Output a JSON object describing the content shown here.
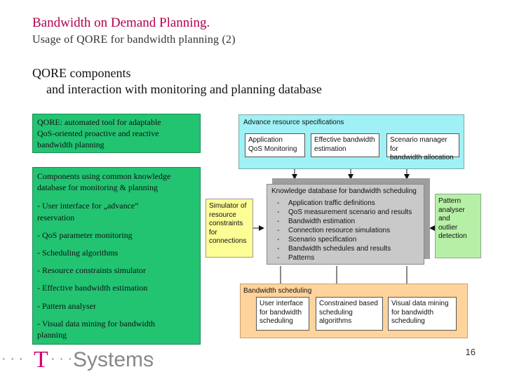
{
  "title": "Bandwidth on Demand Planning.",
  "subtitle": "Usage of QORE for bandwidth planning (2)",
  "heading": {
    "line1": "QORE components",
    "line2": "and interaction with monitoring and planning database"
  },
  "left_panel": {
    "box1": {
      "line1": "QORE: automated tool for adaptable",
      "line2": "QoS-oriented proactive and reactive",
      "line3": "bandwidth planning"
    },
    "box2": {
      "intro1": "Components using common knowledge",
      "intro2": "database for monitoring & planning",
      "items": [
        [
          "- User interface for „advance“",
          "reservation"
        ],
        [
          "- QoS parameter monitoring"
        ],
        [
          "- Scheduling algorithms"
        ],
        [
          "- Resource constraints simulator"
        ],
        [
          "- Effective bandwidth estimation"
        ],
        [
          "- Pattern analyser"
        ],
        [
          "- Visual data mining for bandwidth",
          "planning"
        ]
      ]
    }
  },
  "diagram": {
    "advance": {
      "label": "Advance resource specifications",
      "boxes": [
        [
          "Application",
          "QoS Monitoring"
        ],
        [
          "Effective bandwidth",
          "estimation"
        ],
        [
          "Scenario manager for",
          "bandwidth allocation"
        ]
      ]
    },
    "knowledge": {
      "label": "Knowledge database for bandwidth scheduling",
      "items": [
        "Application traffic definitions",
        "QoS measurement scenario and results",
        "Bandwidth estimation",
        "Connection resource simulations",
        "Scenario specification",
        "Bandwidth schedules and results",
        "Patterns"
      ]
    },
    "simulator": [
      "Simulator of",
      "resource",
      "constraints",
      "for",
      "connections"
    ],
    "pattern": [
      "Pattern",
      "analyser and",
      "outlier",
      "detection"
    ],
    "scheduling": {
      "label": "Bandwidth scheduling",
      "boxes": [
        [
          "User interface",
          "for bandwidth",
          "scheduling"
        ],
        [
          "Constrained based",
          "scheduling",
          "algorithms"
        ],
        [
          "Visual data mining",
          "for bandwidth",
          "scheduling"
        ]
      ]
    }
  },
  "page_number": "16",
  "logo": {
    "dots_left": "· · ·",
    "t": "T",
    "dots_mid": "· · ·",
    "word": "Systems",
    "dot_right": "·"
  }
}
